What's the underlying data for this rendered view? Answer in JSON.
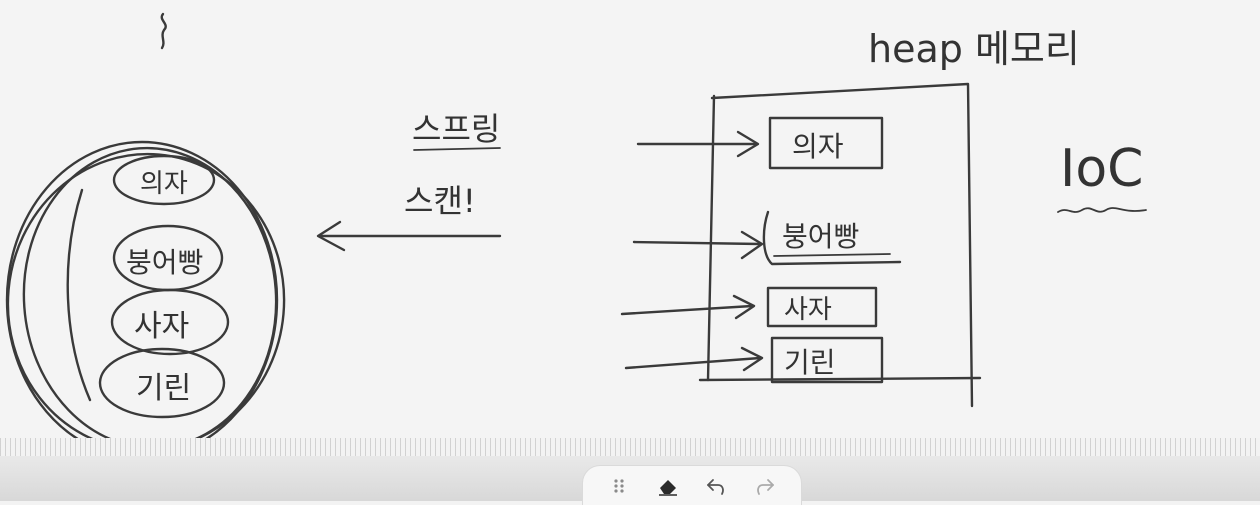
{
  "sketch": {
    "heap_label": "heap 메모리",
    "ioc_label": "IoC",
    "spring_label": "스프링",
    "scan_label": "스캔!",
    "circle_items": [
      "의자",
      "붕어빵",
      "사자",
      "기린"
    ],
    "heap_items": [
      "의자",
      "붕어빵",
      "사자",
      "기린"
    ]
  },
  "toolbar": {
    "icons": [
      "drag-handle",
      "eraser",
      "undo",
      "redo"
    ]
  },
  "colors": {
    "ink": "#3a3a3a",
    "background": "#f4f4f4"
  }
}
